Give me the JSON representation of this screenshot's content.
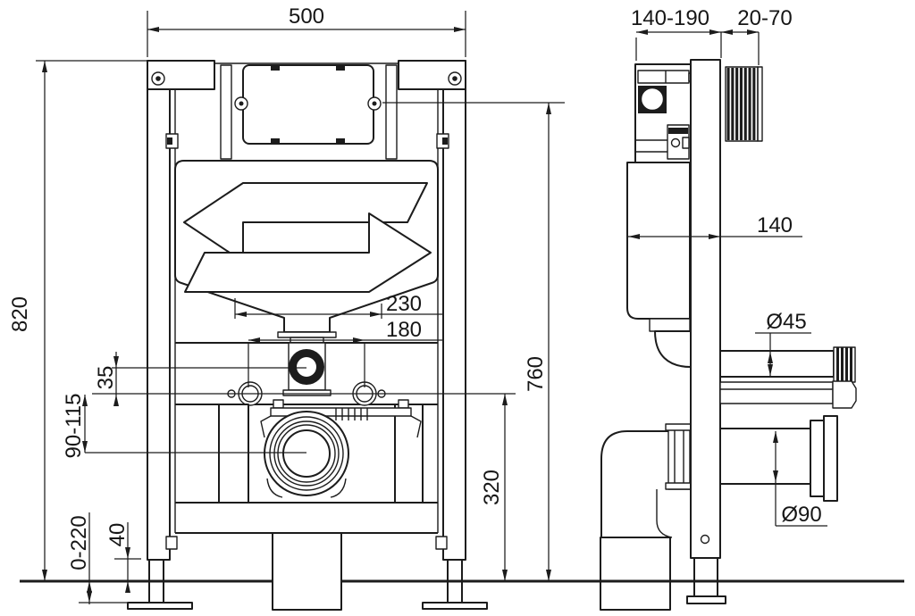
{
  "page": {
    "background": "#ffffff",
    "line_color": "#1c1c1c"
  },
  "front_view": {
    "dims": {
      "width": "500",
      "height": "820",
      "tank_outlet_width": "230",
      "fixing_bolt_spacing": "180",
      "flush_pipe_offset": "35",
      "drain_offset_range": "90-115",
      "foot_adjustment_range": "0-220",
      "base_height": "40",
      "drain_outlet_height": "320",
      "actuator_height": "760"
    }
  },
  "side_view": {
    "dims": {
      "installation_depth_range": "140-190",
      "wall_finish_range": "20-70",
      "frame_depth": "140",
      "flush_pipe_diameter": "Ø45",
      "drain_pipe_diameter": "Ø90"
    }
  }
}
